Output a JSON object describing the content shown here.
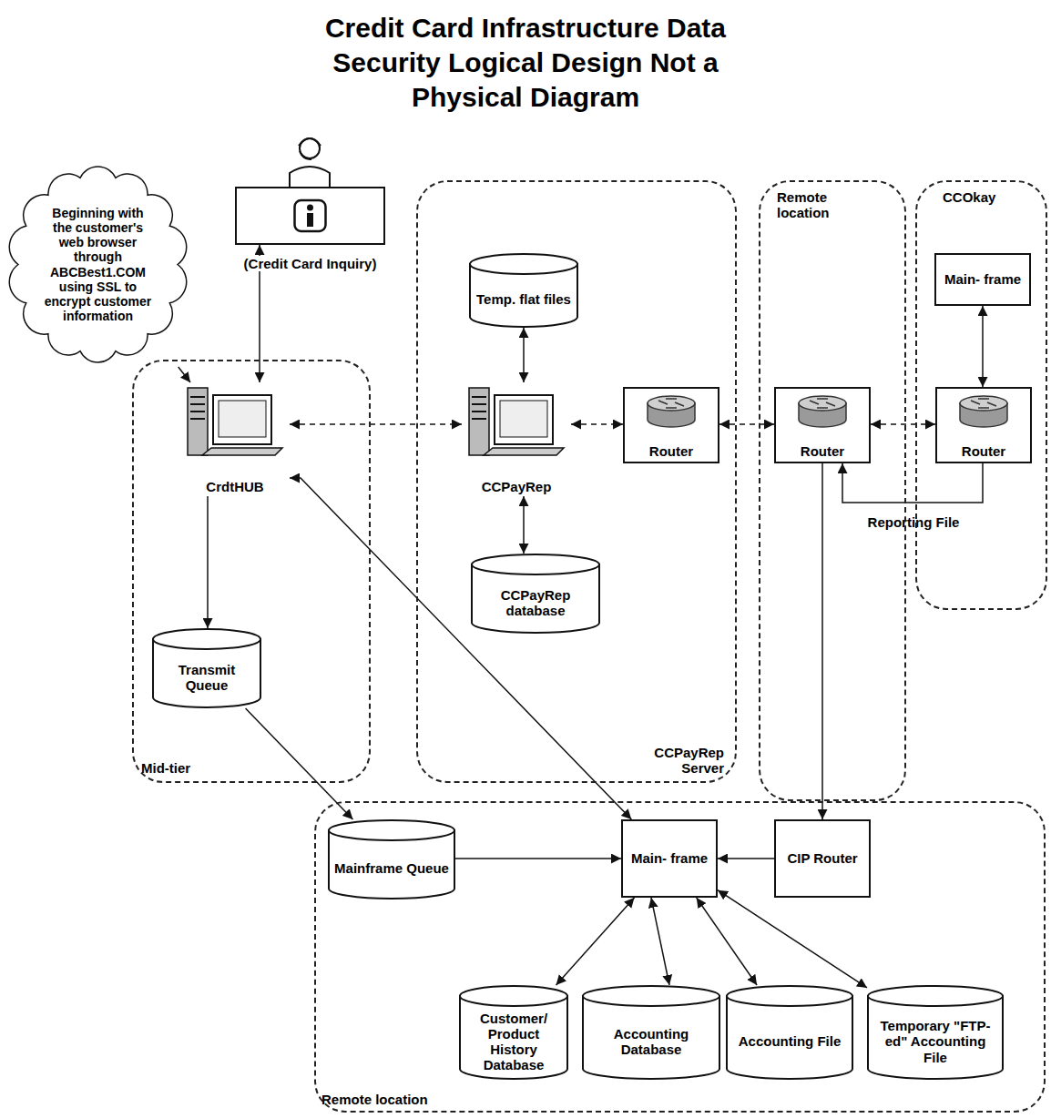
{
  "diagram": {
    "title": "Credit Card Infrastructure Data Security Logical Design Not a Physical Diagram",
    "nodes": [
      {
        "text": [
          "Beginning with the customer's web browser through ABCBest1.COM using SSL to encrypt customer information"
        ]
      },
      {
        "text": [
          "(Credit Card Inquiry)"
        ]
      },
      {
        "text": [
          "Mid-tier"
        ]
      },
      {
        "text": [
          "CrdtHUB"
        ],
        "in": 2
      },
      {
        "text": [
          "Transmit Queue"
        ],
        "in": 2
      },
      {
        "text": [
          "CCPayRep Server"
        ]
      },
      {
        "text": [
          "Temp. flat files"
        ],
        "in": 5
      },
      {
        "text": [
          "CCPayRep"
        ],
        "in": 5
      },
      {
        "text": [
          "CCPayRep database"
        ],
        "in": 5
      },
      {
        "text": [
          "Router"
        ],
        "in": 5
      },
      {
        "text": [
          "Remote location"
        ]
      },
      {
        "text": [
          "Router"
        ],
        "in": 10
      },
      {
        "text": [
          "CCOkay"
        ]
      },
      {
        "text": [
          "Main- frame"
        ],
        "in": 12
      },
      {
        "text": [
          "Router"
        ],
        "in": 12
      },
      {
        "text": [
          "Remote location"
        ]
      },
      {
        "text": [
          "Mainframe Queue"
        ],
        "in": 15
      },
      {
        "text": [
          "Main- frame"
        ],
        "in": 15
      },
      {
        "text": [
          "CIP Router"
        ],
        "in": 15
      },
      {
        "text": [
          "Customer/ Product History Database"
        ],
        "in": 15
      },
      {
        "text": [
          "Accounting Database"
        ],
        "in": 15
      },
      {
        "text": [
          "Accounting File"
        ],
        "in": 15
      },
      {
        "text": [
          "Temporary \"FTP-ed\" Accounting File"
        ],
        "in": 15
      }
    ],
    "edges": [
      {
        "from": 0,
        "to": 3,
        "arrow": "to"
      },
      {
        "from": 1,
        "to": 3,
        "arrow": "both"
      },
      {
        "from": 3,
        "to": 7,
        "arrow": "both"
      },
      {
        "from": 3,
        "to": 4,
        "arrow": "to"
      },
      {
        "from": 3,
        "to": 17,
        "arrow": "both"
      },
      {
        "from": 4,
        "to": 16,
        "arrow": "to"
      },
      {
        "from": 7,
        "to": 6,
        "arrow": "both"
      },
      {
        "from": 7,
        "to": 8,
        "arrow": "both"
      },
      {
        "from": 7,
        "to": 9,
        "arrow": "both"
      },
      {
        "from": 9,
        "to": 11,
        "arrow": "both"
      },
      {
        "from": 11,
        "to": 14,
        "arrow": "both"
      },
      {
        "from": 14,
        "to": 13,
        "arrow": "both"
      },
      {
        "from": 14,
        "to": 11,
        "label": "Reporting File",
        "arrow": "to"
      },
      {
        "from": 11,
        "to": 18,
        "arrow": "to"
      },
      {
        "from": 16,
        "to": 17,
        "arrow": "to"
      },
      {
        "from": 18,
        "to": 17,
        "arrow": "to"
      },
      {
        "from": 17,
        "to": 19,
        "arrow": "both"
      },
      {
        "from": 17,
        "to": 20,
        "arrow": "both"
      },
      {
        "from": 17,
        "to": 21,
        "arrow": "both"
      },
      {
        "from": 17,
        "to": 22,
        "arrow": "both"
      }
    ]
  }
}
